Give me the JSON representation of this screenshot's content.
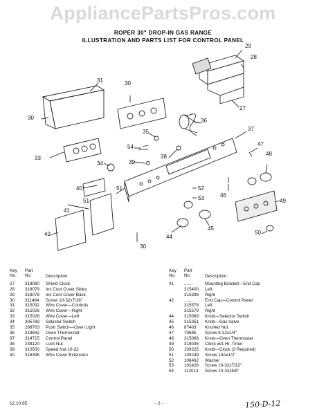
{
  "watermark": "AppliancePartsPros.com",
  "title_line1": "ROPER 30\" DROP-IN GAS RANGE",
  "title_line2": "ILLUSTRATION AND PARTS LIST FOR CONTROL PANEL",
  "callouts": {
    "c27": "27",
    "c28": "28",
    "c29": "29",
    "c30a": "30",
    "c30b": "30",
    "c30c": "30",
    "c31": "31",
    "c33": "33",
    "c34": "34",
    "c35": "35",
    "c36": "36",
    "c37": "37",
    "c38": "38",
    "c39": "39",
    "c40": "40",
    "c41": "41",
    "c42": "42",
    "c44": "44",
    "c45": "45",
    "c46": "46",
    "c47": "47",
    "c48": "48",
    "c49": "49",
    "c50": "50",
    "c51a": "51",
    "c51b": "51",
    "c52": "52",
    "c53": "53",
    "c54": "54"
  },
  "header": {
    "key": "Key",
    "no": "No.",
    "part": "Part",
    "part_no": "No.",
    "description": "Description"
  },
  "parts_left": [
    {
      "key": "27",
      "part": "318080",
      "desc": "Shield Clock"
    },
    {
      "key": "28",
      "part": "318079",
      "desc": "Ins Cont Cover Sides"
    },
    {
      "key": "29",
      "part": "318078",
      "desc": "Ins Cont Cover Back"
    },
    {
      "key": "30",
      "part": "311484",
      "desc": "Screw 10-32x7/16\""
    },
    {
      "key": "31",
      "part": "315032",
      "desc": "Wire Cover—Controls"
    },
    {
      "key": "32",
      "part": "315026",
      "desc": "Wire Cover—Right"
    },
    {
      "key": "33",
      "part": "315028",
      "desc": "Wire Cover—Left"
    },
    {
      "key": "34",
      "part": "305789",
      "desc": "Selector Switch"
    },
    {
      "key": "35",
      "part": "288763",
      "desc": "Push Switch—Oven Light"
    },
    {
      "key": "36",
      "part": "318642",
      "desc": "Oven Thermostat"
    },
    {
      "key": "37",
      "part": "314715",
      "desc": "Control Panel"
    },
    {
      "key": "38",
      "part": "238120",
      "desc": "Lock Nut"
    },
    {
      "key": "39",
      "part": "310500",
      "desc": "Speed Nut 10-32"
    },
    {
      "key": "40",
      "part": "316395",
      "desc": "Wire Cover Extension"
    }
  ],
  "parts_right": [
    {
      "key": "41",
      "part": ".......",
      "desc": "Mounting Bracket—End Cap"
    },
    {
      "key": "",
      "part": "315400",
      "desc": "   Left"
    },
    {
      "key": "",
      "part": "315398",
      "desc": "   Right"
    },
    {
      "key": "42",
      "part": ".......",
      "desc": "End Cap—Control Panel"
    },
    {
      "key": "",
      "part": "315578",
      "desc": "   Left"
    },
    {
      "key": "",
      "part": "315579",
      "desc": "   Right"
    },
    {
      "key": "44",
      "part": "315069",
      "desc": "Knob—Selector Switch"
    },
    {
      "key": "45",
      "part": "315351",
      "desc": "Knob—Gas Valve"
    },
    {
      "key": "46",
      "part": "87403",
      "desc": "Knurled Nut"
    },
    {
      "key": "47",
      "part": "70685",
      "desc": "Screw 8-32x1/4\""
    },
    {
      "key": "48",
      "part": "315068",
      "desc": "Knob—Oven Thermostat"
    },
    {
      "key": "49",
      "part": "318036",
      "desc": "Clock w/1 Hr. Timer"
    },
    {
      "key": "50",
      "part": "109225",
      "desc": "Knob—Clock (3 Required)"
    },
    {
      "key": "51",
      "part": "109249",
      "desc": "Screw 10Ax1/2\""
    },
    {
      "key": "52",
      "part": "108462",
      "desc": "Washer"
    },
    {
      "key": "53",
      "part": "102428",
      "desc": "Screw 10-32x7/32\""
    },
    {
      "key": "54",
      "part": "112013",
      "desc": "Screw 10-32x5/8\""
    }
  ],
  "footer_date": "12.10.85",
  "footer_page": "- 2 -",
  "handwritten_note": "150-D-12"
}
